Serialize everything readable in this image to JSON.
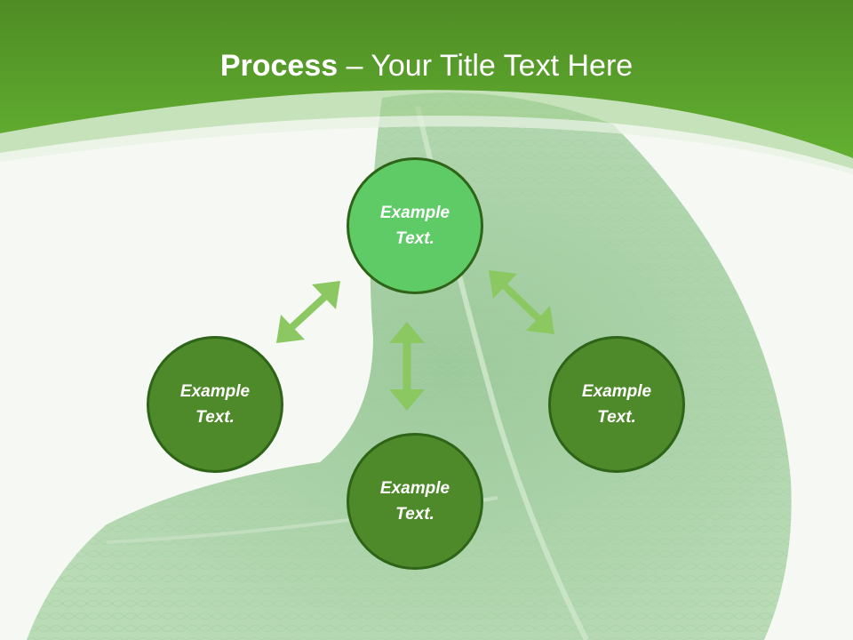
{
  "title": {
    "bold": "Process",
    "rest": " – Your Title Text Here"
  },
  "circles": {
    "top": "Example Text.",
    "left": "Example Text.",
    "right": "Example Text.",
    "bottom": "Example Text."
  },
  "colors": {
    "header_green": "#5aa52c",
    "circle_dark": "#4e8a2a",
    "circle_light": "#5fcb67",
    "arrow_green": "#8bc862"
  },
  "icons": {
    "arrow_left": "double-headed-arrow",
    "arrow_center": "double-headed-arrow",
    "arrow_right": "double-headed-arrow"
  }
}
